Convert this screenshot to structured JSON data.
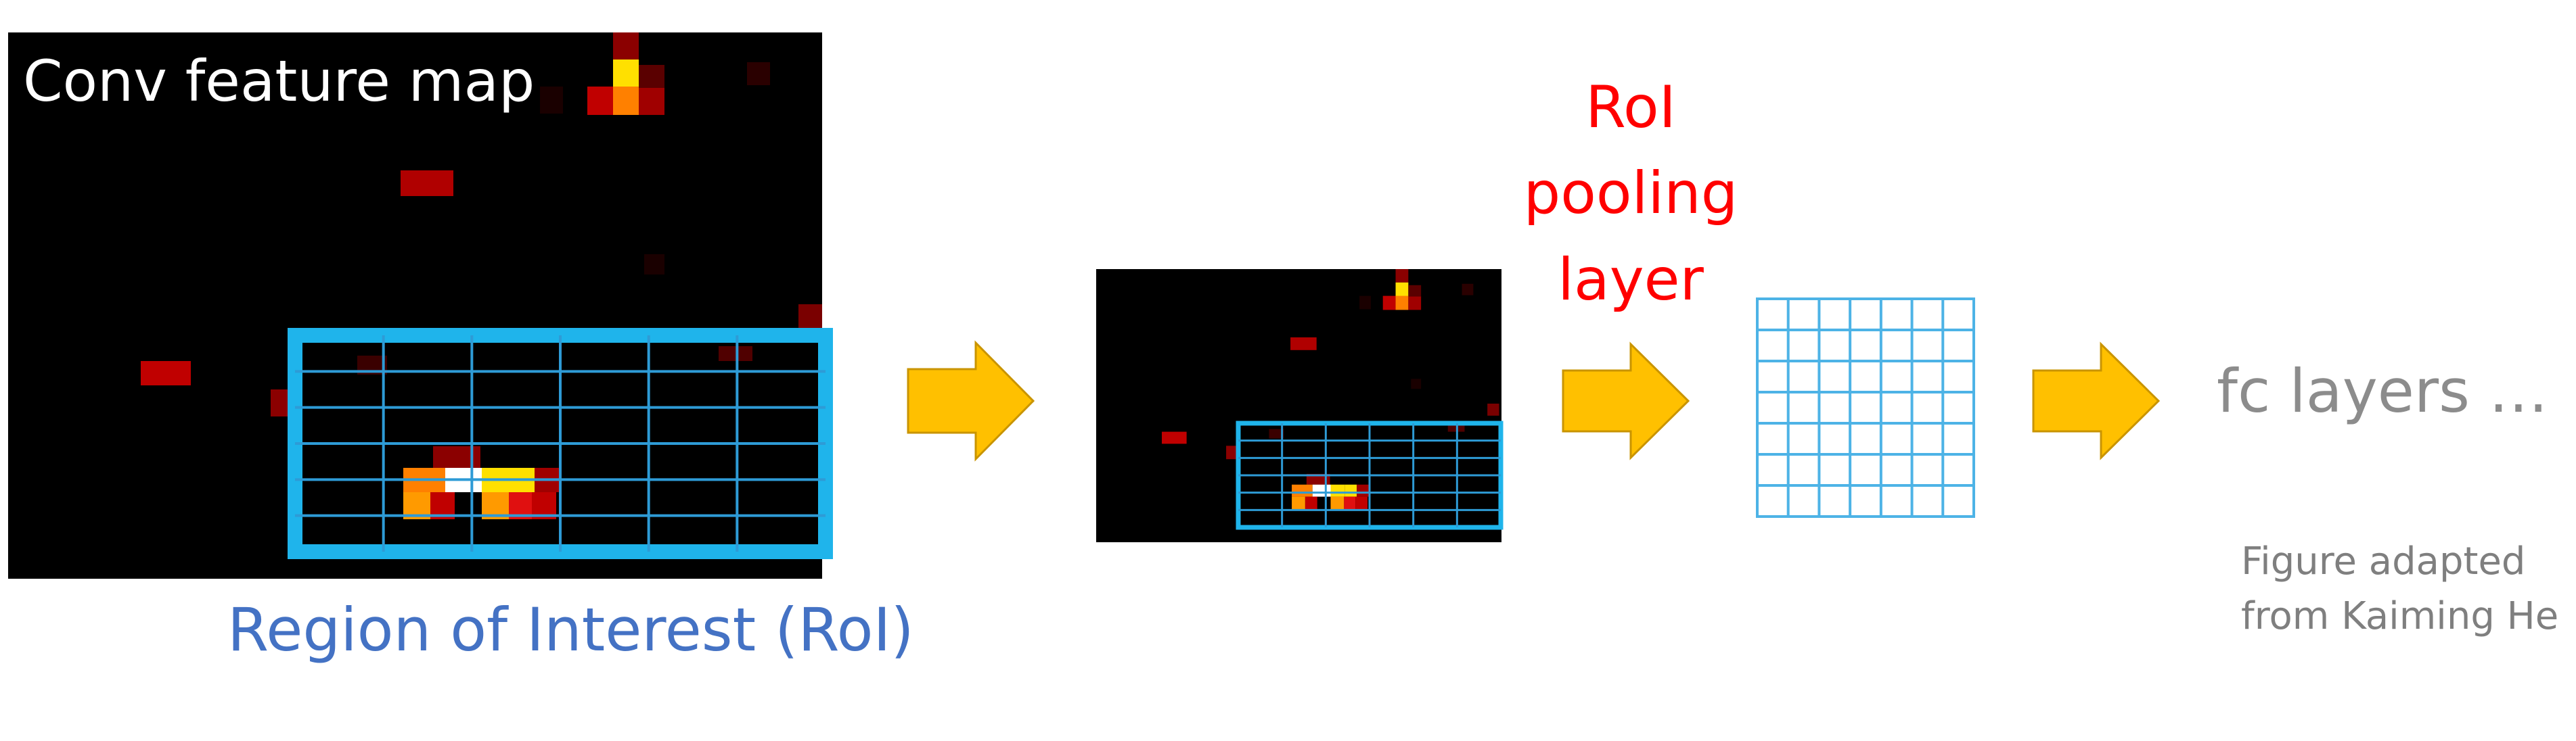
{
  "feature_map": {
    "title": "Conv feature map"
  },
  "roi": {
    "caption": "Region of Interest (RoI)",
    "box_color": "#1FB4EB",
    "grid_color": "#2E9BD6",
    "grid_rows": 6,
    "grid_cols": 6
  },
  "pooling": {
    "label_lines": [
      "RoI",
      "pooling",
      "layer"
    ],
    "label_color": "#FF0000",
    "output_grid_rows": 7,
    "output_grid_cols": 7,
    "output_grid_color": "#4DB3E6"
  },
  "fc": {
    "label": "fc layers …"
  },
  "credit": {
    "lines": [
      "Figure adapted",
      "from Kaiming He"
    ]
  },
  "colors": {
    "arrow_fill": "#FFC000",
    "arrow_stroke": "#C99400",
    "feature_bg": "#000000",
    "caption_blue": "#4472C4",
    "fc_gray": "#8C8C8C"
  },
  "icons": [
    "right-arrow-icon"
  ]
}
